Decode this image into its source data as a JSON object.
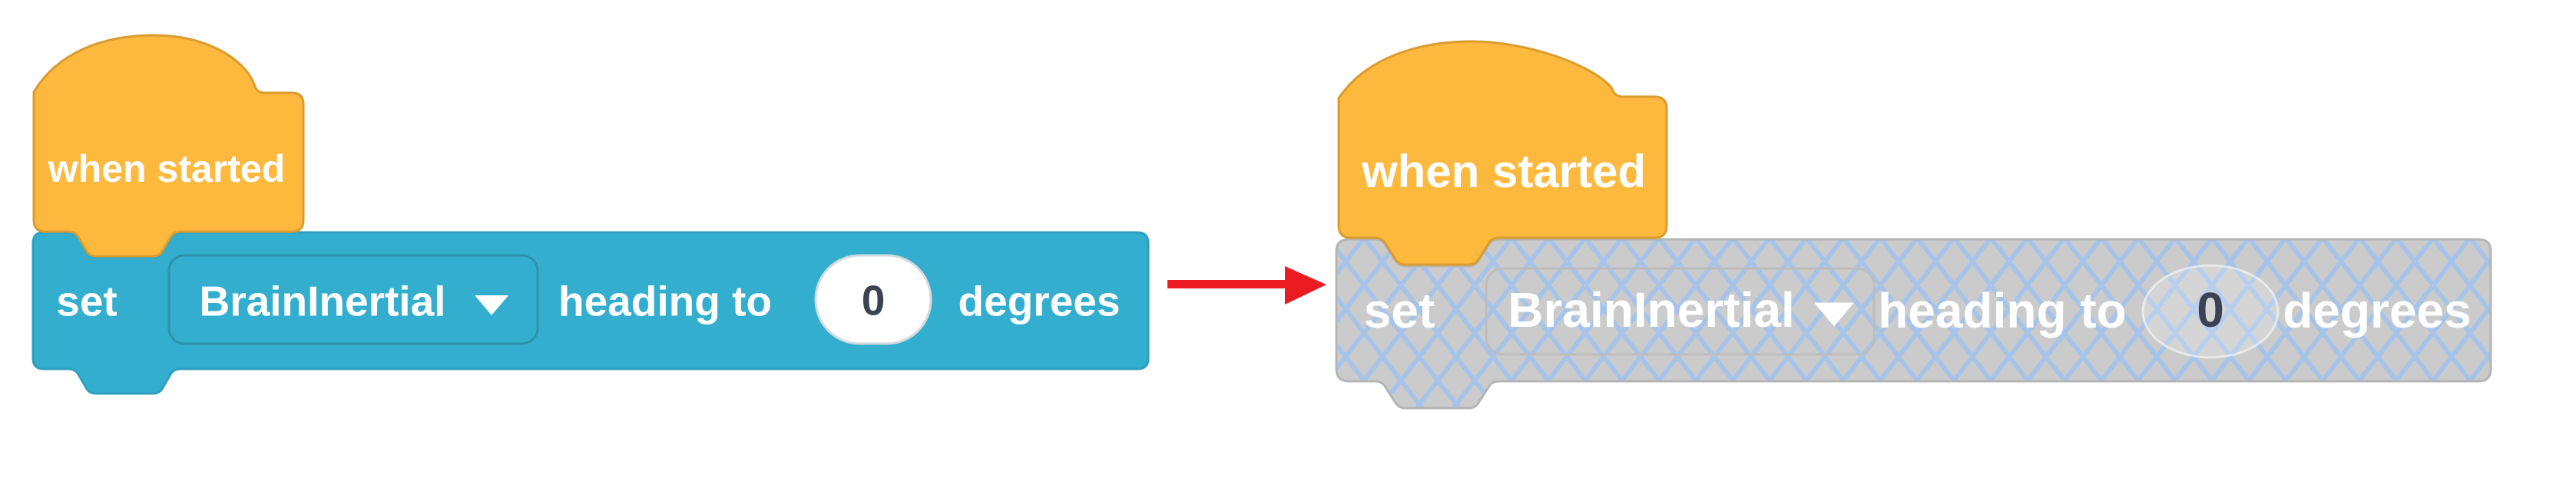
{
  "app": "block-coding-canvas",
  "colors": {
    "hat_fill": "#FDB93D",
    "hat_border": "#DA9C2F",
    "block_fill": "#33AECE",
    "block_border": "#2E9FBE",
    "dropdown_border": "#2C92AC",
    "input_fill": "#FFFFFF",
    "input_border": "#D2D9DE",
    "input_text": "#3B4251",
    "disabled_fill": "#CBCBCB",
    "disabled_hatch": "#A6C4EA",
    "disabled_border": "#B5B5B5",
    "arrow_red": "#EC1B23",
    "label_text": "#FFFFFF"
  },
  "left_stack": {
    "state": "enabled",
    "hat_label": "when started",
    "set_label": "set",
    "device_value": "BrainInertial",
    "heading_label": "heading to",
    "value": "0",
    "unit_label": "degrees"
  },
  "right_stack": {
    "state": "disabled",
    "hat_label": "when started",
    "set_label": "set",
    "device_value": "BrainInertial",
    "heading_label": "heading to",
    "value": "0",
    "unit_label": "degrees"
  }
}
